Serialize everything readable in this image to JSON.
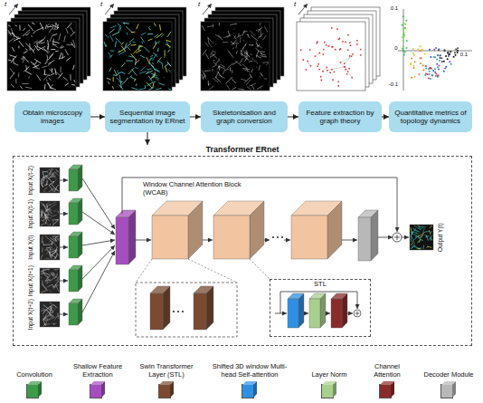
{
  "diagram": {
    "nodes": [
      {
        "text": [
          "Obtain microscopy images"
        ]
      },
      {
        "text": [
          "Sequential image segmentation by ERnet"
        ]
      },
      {
        "text": [
          "Skeletonisation and graph conversion"
        ]
      },
      {
        "text": [
          "Feature extraction by graph theory"
        ]
      },
      {
        "text": [
          "Quantitative metrics of topology dynamics"
        ]
      },
      {
        "text": [
          "Transformer ERnet"
        ]
      },
      {
        "text": [
          "STL"
        ],
        "in": 5
      }
    ],
    "edges": [
      {
        "from": 0,
        "to": 1,
        "arrow": "to"
      },
      {
        "from": 1,
        "to": 2,
        "arrow": "to"
      },
      {
        "from": 2,
        "to": 3,
        "arrow": "to"
      },
      {
        "from": 3,
        "to": 4,
        "arrow": "to"
      },
      {
        "from": 1,
        "to": 5,
        "arrow": "to"
      }
    ],
    "labels": [
      "t",
      "t",
      "t",
      "t",
      "0.1",
      "0",
      "-0.1",
      "0.1",
      "Input X(t-2)",
      "Input X(t-1)",
      "Input X(t)",
      "Input X(t+1)",
      "Input X(t+2)",
      "Window Channel Attention Block (WCAB)",
      "Output Y(t)"
    ],
    "legend": [
      {
        "text": "Convolution",
        "color": "#3c9a48"
      },
      {
        "text": "Shallow Feature Extraction",
        "color": "#a64dbf"
      },
      {
        "text": "Swin Transformer Layer (STL)",
        "color": "#7a4a32"
      },
      {
        "text": "Shifted 3D window Multi-head Self-attention",
        "color": "#2f8fe3"
      },
      {
        "text": "Layer Norm",
        "color": "#a9cf8e"
      },
      {
        "text": "Channel Attention",
        "color": "#8a2b2b"
      },
      {
        "text": "Decoder Module",
        "color": "#b8b8b8"
      }
    ]
  }
}
